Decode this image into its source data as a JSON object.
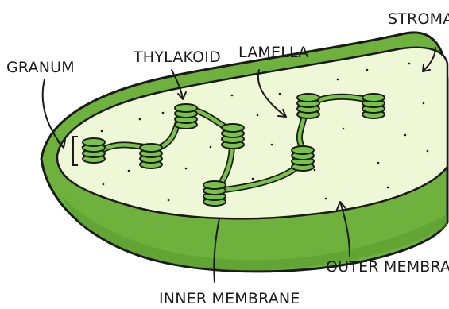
{
  "labels": {
    "granum": "GRANUM",
    "thylakoid": "THYLAKOID",
    "lamella": "LAMELLA",
    "stroma": "STROMA",
    "inner_membrane": "INNER MEMBRANE",
    "outer_membrane": "OUTER MEMBRANE"
  },
  "colors": {
    "outer_membrane": "#6fb13d",
    "outer_membrane_shadow": "#5a9a2e",
    "stroma": "#eef8d6",
    "thylakoid": "#78c24a",
    "outline": "#1a1a1a"
  }
}
